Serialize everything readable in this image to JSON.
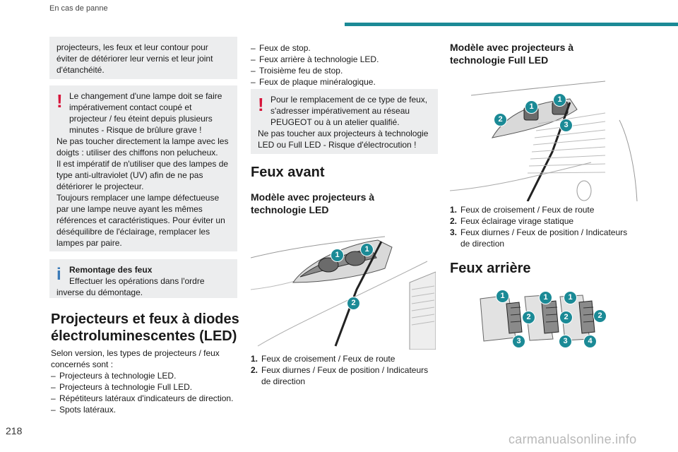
{
  "header": {
    "section": "En cas de panne"
  },
  "page_number": "218",
  "watermark": "carmanualsonline.info",
  "colors": {
    "accent": "#1b8a96",
    "warning": "#d6143a",
    "info": "#3a7ab8",
    "box_bg": "#ecedee"
  },
  "left": {
    "box1_text": "projecteurs, les feux et leur contour pour éviter de détériorer leur vernis et leur joint d'étanchéité.",
    "warn_lines": [
      "Le changement d'une lampe doit se faire impérativement contact coupé et projecteur / feu éteint depuis plusieurs minutes - Risque de brûlure grave !",
      "Ne pas toucher directement la lampe avec les doigts : utiliser des chiffons non pelucheux.",
      "Il est impératif de n'utiliser que des lampes de type anti-ultraviolet (UV) afin de ne pas détériorer le projecteur.",
      "Toujours remplacer une lampe défectueuse par une lampe neuve ayant les mêmes références et caractéristiques. Pour éviter un déséquilibre de l'éclairage, remplacer les lampes par paire."
    ],
    "info_title": "Remontage des feux",
    "info_text": "Effectuer les opérations dans l'ordre inverse du démontage.",
    "heading": "Projecteurs et feux à diodes électroluminescentes (LED)",
    "intro": "Selon version, les types de projecteurs / feux concernés sont :",
    "items": [
      "Projecteurs à technologie LED.",
      "Projecteurs à technologie Full LED.",
      "Répétiteurs latéraux d'indicateurs de direction.",
      "Spots latéraux."
    ]
  },
  "middle": {
    "items": [
      "Feux de stop.",
      "Feux arrière à technologie LED.",
      "Troisième feu de stop.",
      "Feux de plaque minéralogique."
    ],
    "warn_lines": [
      "Pour le remplacement de ce type de feux, s'adresser impérativement au réseau PEUGEOT ou à un atelier qualifié.",
      "Ne pas toucher aux projecteurs à technologie LED ou Full LED - Risque d'électrocution !"
    ],
    "heading": "Feux avant",
    "subheading": "Modèle avec projecteurs à technologie LED",
    "legend": [
      {
        "num": "1.",
        "text": "Feux de croisement / Feux de route"
      },
      {
        "num": "2.",
        "text": "Feux diurnes / Feux de position / Indicateurs de direction"
      }
    ]
  },
  "right": {
    "subheading": "Modèle avec projecteurs à technologie Full LED",
    "legend": [
      {
        "num": "1.",
        "text": "Feux de croisement / Feux de route"
      },
      {
        "num": "2.",
        "text": "Feux éclairage virage statique"
      },
      {
        "num": "3.",
        "text": "Feux diurnes / Feux de position / Indicateurs de direction"
      }
    ],
    "heading": "Feux arrière"
  },
  "badges": {
    "led": [
      "1",
      "1",
      "2"
    ],
    "fullled": [
      "1",
      "1",
      "2",
      "3"
    ],
    "rear": [
      "1",
      "1",
      "1",
      "2",
      "2",
      "2",
      "3",
      "3",
      "4"
    ]
  }
}
